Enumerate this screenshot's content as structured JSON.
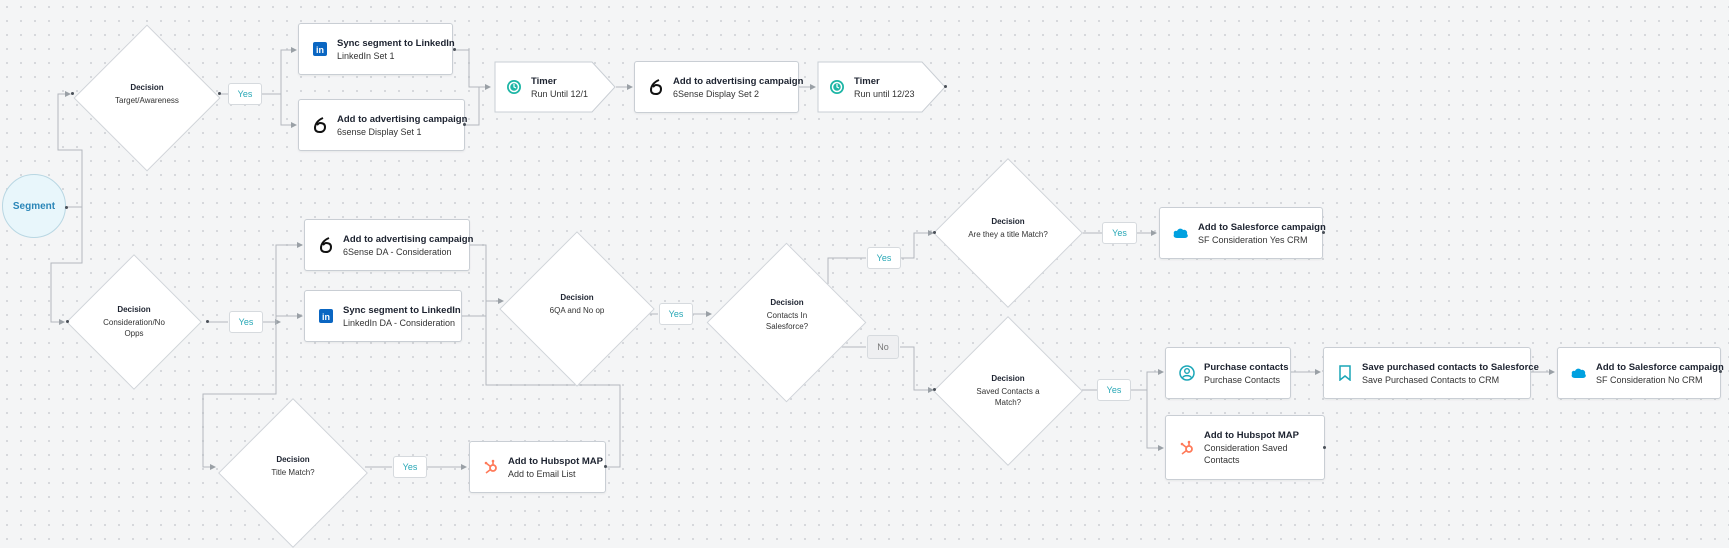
{
  "segment": {
    "label": "Segment"
  },
  "decisions": {
    "target": {
      "title": "Decision",
      "subtitle": "Target/Awareness"
    },
    "consideration": {
      "title": "Decision",
      "subtitle": "Consideration/No Opps"
    },
    "title_match": {
      "title": "Decision",
      "subtitle": "Title Match?"
    },
    "sixqa": {
      "title": "Decision",
      "subtitle": "6QA and No op"
    },
    "contacts_sf": {
      "title": "Decision",
      "subtitle": "Contacts In Salesforce?"
    },
    "title_match2": {
      "title": "Decision",
      "subtitle": "Are they a title Match?"
    },
    "saved_contacts": {
      "title": "Decision",
      "subtitle": "Saved Contacts a Match?"
    }
  },
  "branches": {
    "yes": "Yes",
    "no": "No"
  },
  "actions": {
    "linkedin_sync_1": {
      "title": "Sync segment to LinkedIn",
      "subtitle": "LinkedIn Set 1",
      "icon": "linkedin-icon"
    },
    "sixsense_ad_1": {
      "title": "Add to advertising campaign",
      "subtitle": "6sense Display Set 1",
      "icon": "6sense-icon"
    },
    "sixsense_ad_2": {
      "title": "Add to advertising campaign",
      "subtitle": "6Sense Display Set 2",
      "icon": "6sense-icon"
    },
    "sixsense_ad_da": {
      "title": "Add to advertising campaign",
      "subtitle": "6Sense DA - Consideration",
      "icon": "6sense-icon"
    },
    "linkedin_sync_da": {
      "title": "Sync segment to LinkedIn",
      "subtitle": "LinkedIn DA - Consideration",
      "icon": "linkedin-icon"
    },
    "hubspot_map_email": {
      "title": "Add to Hubspot MAP",
      "subtitle": "Add to Email List",
      "icon": "hubspot-icon"
    },
    "sf_campaign_yes": {
      "title": "Add to Salesforce campaign",
      "subtitle": "SF Consideration Yes CRM",
      "icon": "salesforce-icon"
    },
    "purchase_contacts": {
      "title": "Purchase contacts",
      "subtitle": "Purchase Contacts",
      "icon": "purchase-contacts-icon"
    },
    "save_purchased": {
      "title": "Save purchased contacts to Salesforce",
      "subtitle": "Save Purchased Contacts to CRM",
      "icon": "bookmark-icon"
    },
    "sf_campaign_no": {
      "title": "Add to Salesforce campaign",
      "subtitle": "SF Consideration No CRM",
      "icon": "salesforce-icon"
    },
    "hubspot_map_saved": {
      "title": "Add to Hubspot MAP",
      "subtitle": "Consideration Saved Contacts",
      "icon": "hubspot-icon"
    }
  },
  "timers": {
    "timer_1": {
      "title": "Timer",
      "subtitle": "Run Until 12/1",
      "icon": "timer-icon"
    },
    "timer_2": {
      "title": "Timer",
      "subtitle": "Run until 12/23",
      "icon": "timer-icon"
    }
  },
  "colors": {
    "accent": "#27a7b6",
    "segment": "#2a86b8",
    "linkedin": "#0a66c2",
    "hubspot": "#ff7a59",
    "salesforce": "#00a1e0",
    "timer": "#1fb6a6"
  }
}
